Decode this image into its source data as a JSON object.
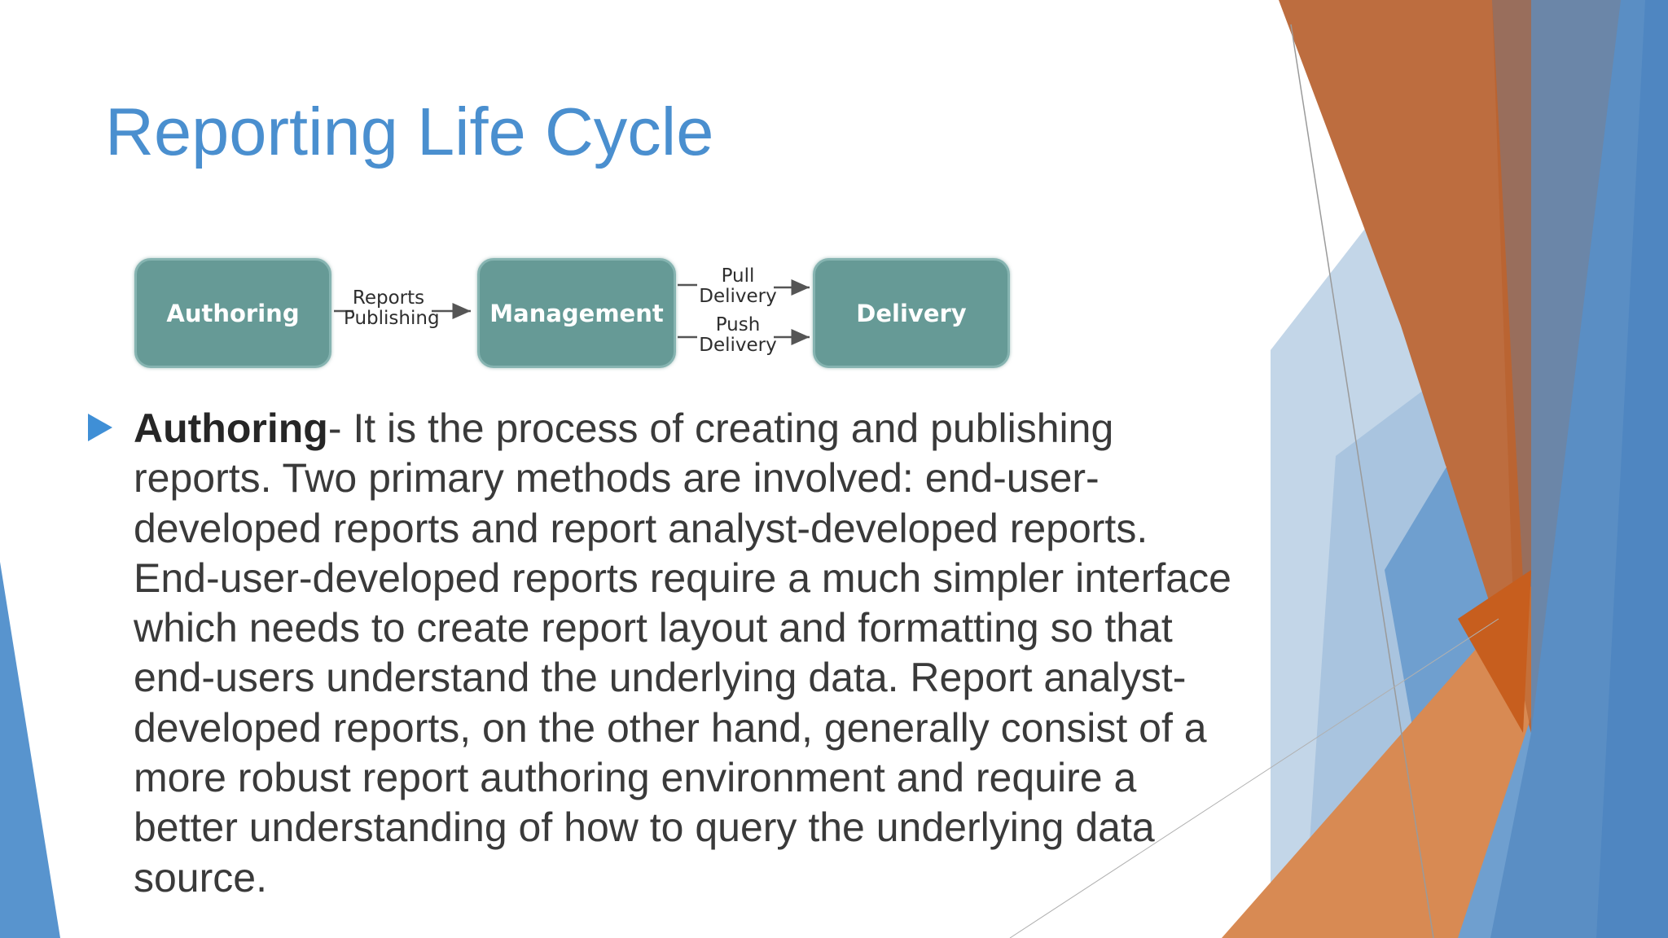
{
  "slide": {
    "title": "Reporting Life Cycle"
  },
  "diagram": {
    "steps": [
      "Authoring",
      "Management",
      "Delivery"
    ],
    "connector_reports": [
      "Reports",
      "Publishing"
    ],
    "connector_pull": [
      "Pull",
      "Delivery"
    ],
    "connector_push": [
      "Push",
      "Delivery"
    ]
  },
  "bullet": {
    "term": "Authoring",
    "text": "- It is the process of creating and publishing reports. Two primary methods are involved: end-user-developed reports and report analyst-developed reports. End-user-developed reports require a much simpler interface which needs to create report layout and formatting so that end-users understand the underlying data. Report analyst-developed reports, on the other hand, generally consist of a more robust report authoring environment and require a better understanding of how to query the underlying data source."
  },
  "colors": {
    "title": "#4a8fcf",
    "box_fill": "#669a96",
    "bullet_marker": "#3f8fd6",
    "accent_orange": "#c2682f",
    "accent_blue": "#4f8ecb"
  }
}
